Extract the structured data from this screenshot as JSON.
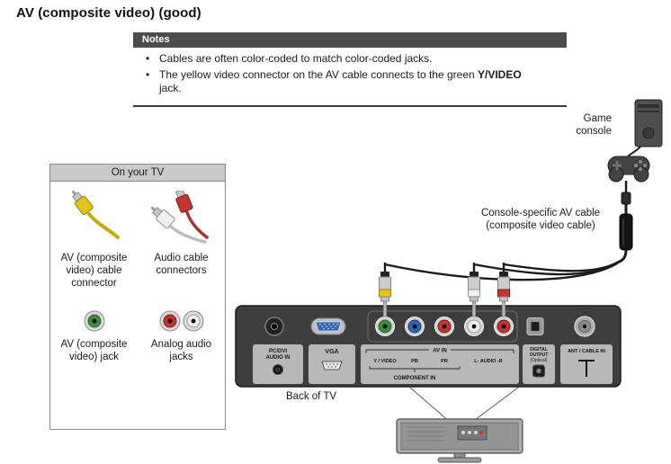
{
  "page": {
    "title": "AV (composite video) (good)"
  },
  "notes": {
    "header": "Notes",
    "bullet": "•",
    "item1": "Cables are often color-coded to match color-coded jacks.",
    "item2_pre": "The yellow video connector on the AV cable connects to the green ",
    "item2_bold": "Y/VIDEO",
    "item2_post": " jack."
  },
  "console": {
    "label": "Game console",
    "cable_label_line1": "Console-specific AV cable",
    "cable_label_line2": "(composite video cable)"
  },
  "tv_panel": {
    "header": "On your TV",
    "av_cable_label": "AV (composite video) cable connector",
    "audio_cable_label": "Audio cable connectors",
    "av_jack_label": "AV (composite video) jack",
    "audio_jacks_label": "Analog audio jacks"
  },
  "back_panel": {
    "caption": "Back of TV",
    "pc_dvi_line1": "PC/DVI",
    "pc_dvi_line2": "AUDIO IN",
    "vga": "VGA",
    "av_in": "AV IN",
    "y_video": "Y / VIDEO",
    "pb": "PB",
    "pr": "PR",
    "audio_lr": "L- AUDIO -R",
    "component_in": "COMPONENT IN",
    "digital_line1": "DIGITAL",
    "digital_line2": "OUTPUT",
    "digital_line3": "(Optical)",
    "ant_cable": "ANT / CABLE IN"
  },
  "colors": {
    "video_yellow": "#e2c41c",
    "jack_green": "#3f8a3f",
    "jack_blue": "#2f62b4",
    "jack_red": "#c23430",
    "jack_white": "#efefef"
  }
}
